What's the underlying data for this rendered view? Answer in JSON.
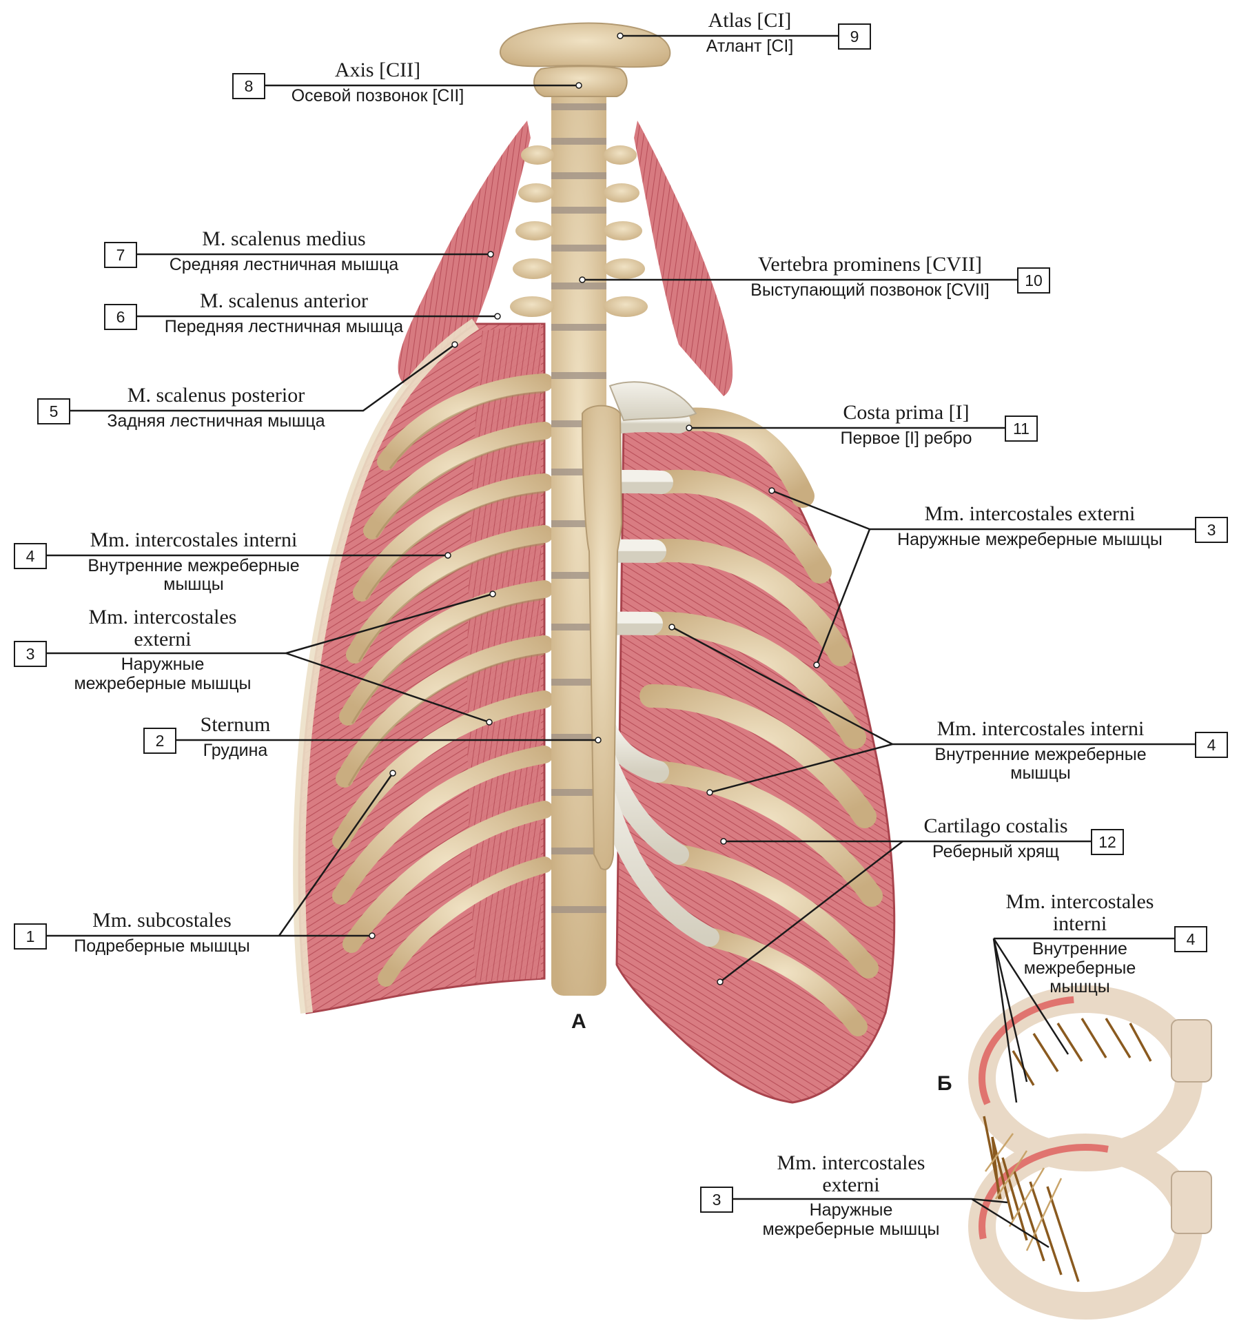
{
  "figures": {
    "a": "А",
    "b": "Б"
  },
  "labels": {
    "atlas": {
      "num": "9",
      "lat": "Atlas [CI]",
      "rus": "Атлант [CI]"
    },
    "axis": {
      "num": "8",
      "lat": "Axis [CII]",
      "rus": "Осевой позвонок [CII]"
    },
    "scal_med": {
      "num": "7",
      "lat": "M. scalenus medius",
      "rus": "Средняя лестничная мышца"
    },
    "scal_ant": {
      "num": "6",
      "lat": "M. scalenus anterior",
      "rus": "Передняя лестничная мышца"
    },
    "scal_post": {
      "num": "5",
      "lat": "M. scalenus posterior",
      "rus": "Задняя лестничная мышца"
    },
    "vert_prom": {
      "num": "10",
      "lat": "Vertebra prominens [CVII]",
      "rus": "Выступающий позвонок [CVII]"
    },
    "costa": {
      "num": "11",
      "lat": "Costa prima [I]",
      "rus": "Первое [I] ребро"
    },
    "ic_int_left": {
      "num": "4",
      "lat": "Mm. intercostales interni",
      "rus": "Внутренние межреберные",
      "rus2": "мышцы"
    },
    "ic_ext_left": {
      "num": "3",
      "lat": "Mm. intercostales",
      "lat2": "externi",
      "rus": "Наружные",
      "rus2": "межреберные мышцы"
    },
    "ic_ext_right": {
      "num": "3",
      "lat": "Mm. intercostales externi",
      "rus": "Наружные межреберные мышцы"
    },
    "ic_int_right": {
      "num": "4",
      "lat": "Mm. intercostales interni",
      "rus": "Внутренние межреберные",
      "rus2": "мышцы"
    },
    "sternum": {
      "num": "2",
      "lat": "Sternum",
      "rus": "Грудина"
    },
    "cartilago": {
      "num": "12",
      "lat": "Cartilago costalis",
      "rus": "Реберный хрящ"
    },
    "subcost": {
      "num": "1",
      "lat": "Mm. subcostales",
      "rus": "Подреберные мышцы"
    },
    "b_int": {
      "num": "4",
      "lat": "Mm. intercostales",
      "lat2": "interni",
      "rus": "Внутренние",
      "rus2": "межреберные",
      "rus3": "мышцы"
    },
    "b_ext": {
      "num": "3",
      "lat": "Mm. intercostales",
      "lat2": "externi",
      "rus": "Наружные",
      "rus2": "межреберные мышцы"
    }
  },
  "colors": {
    "bone": "#e6d6b6",
    "bone_shade": "#c8ae84",
    "muscle": "#d8777d",
    "muscle_dark": "#b94d57",
    "cartilage": "#ece8dd",
    "leader": "#1a1a1a"
  }
}
